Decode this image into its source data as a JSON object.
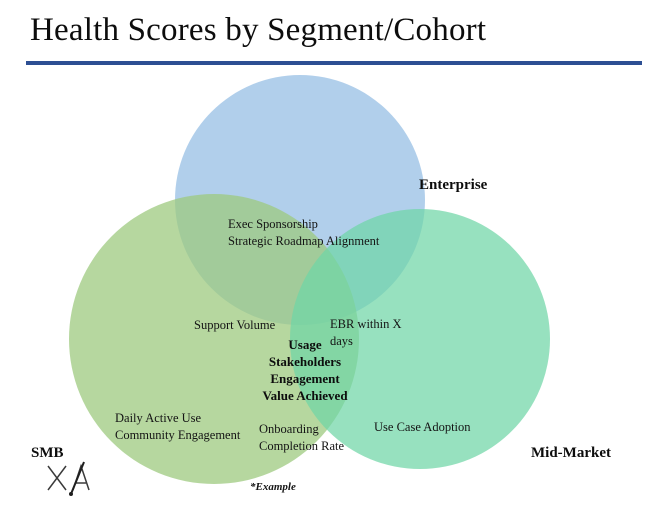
{
  "slide": {
    "title": "Health Scores by Segment/Cohort",
    "footnote": "*Example",
    "rule_color": "#2d4f93",
    "background": "#ffffff"
  },
  "diagram": {
    "type": "venn",
    "sets": 3,
    "circles": [
      {
        "id": "enterprise",
        "label": "Enterprise",
        "fill": "#a6c8e8",
        "label_position": "top-right",
        "own_items": [
          "Exec Sponsorship",
          "Strategic Roadmap Alignment"
        ]
      },
      {
        "id": "smb",
        "label": "SMB",
        "fill": "#b4d49e",
        "label_position": "left",
        "own_items": [
          "Daily Active Use",
          "Community Engagement"
        ]
      },
      {
        "id": "mid-market",
        "label": "Mid-Market",
        "fill": "#9ce0be",
        "label_position": "right",
        "own_items": [
          "Use Case Adoption"
        ]
      }
    ],
    "intersections": [
      {
        "id": "enterprise-smb",
        "sets": [
          "enterprise",
          "smb"
        ],
        "items": [
          "Support Volume"
        ],
        "bold": false
      },
      {
        "id": "enterprise-mid-market",
        "sets": [
          "enterprise",
          "mid-market"
        ],
        "items": [
          "EBR within X",
          "days"
        ],
        "bold": false
      },
      {
        "id": "smb-mid-market",
        "sets": [
          "smb",
          "mid-market"
        ],
        "items": [
          "Onboarding",
          "Completion Rate"
        ],
        "bold": false
      },
      {
        "id": "all-three",
        "sets": [
          "enterprise",
          "smb",
          "mid-market"
        ],
        "items": [
          "Usage",
          "Stakeholders",
          "Engagement",
          "Value Achieved"
        ],
        "bold": true
      }
    ]
  },
  "labels": {
    "enterprise": "Enterprise",
    "smb": "SMB",
    "mid_market": "Mid-Market"
  },
  "text_blocks": {
    "enterprise_only_line1": "Exec Sponsorship",
    "enterprise_only_line2": "Strategic Roadmap Alignment",
    "support_volume": "Support Volume",
    "ebr_line1": "EBR within X",
    "ebr_line2": "days",
    "smb_only_line1": "Daily Active Use",
    "smb_only_line2": "Community Engagement",
    "onboarding_line1": "Onboarding",
    "onboarding_line2": "Completion Rate",
    "midmarket_only": "Use Case Adoption",
    "center_line1": "Usage",
    "center_line2": "Stakeholders",
    "center_line3": "Engagement",
    "center_line4": "Value Achieved"
  },
  "logo": {
    "name": "xa-monogram-logo",
    "glyphs": [
      "X",
      "/",
      "A"
    ]
  }
}
